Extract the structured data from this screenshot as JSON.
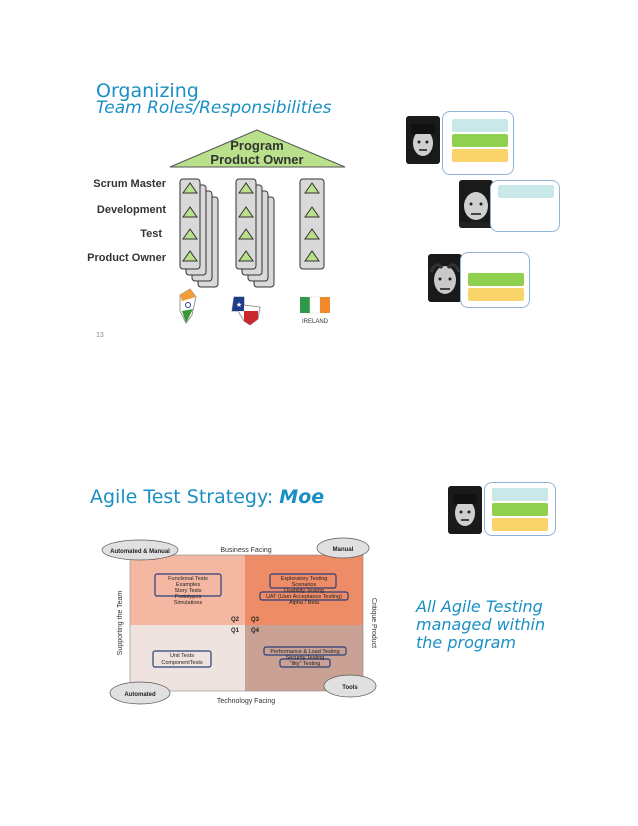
{
  "slide1": {
    "title": "Organizing",
    "subtitle": "Team Roles/Responsibilities",
    "roof_line1": "Program",
    "roof_line2": "Product Owner",
    "roles": [
      "Scrum Master",
      "Development",
      "Test",
      "Product Owner"
    ],
    "location_label": "IRELAND",
    "page_number": "13"
  },
  "slide2": {
    "title_prefix": "Agile Test Strategy: ",
    "title_emph": "Moe",
    "quadrant": {
      "top_label": "Business Facing",
      "bottom_label": "Technology Facing",
      "left_label": "Supporting the Team",
      "right_label": "Critique Product",
      "cloud_tl": "Automated & Manual",
      "cloud_tr": "Manual",
      "cloud_bl": "Automated",
      "cloud_br": "Tools",
      "q2": "Q2",
      "q3": "Q3",
      "q1": "Q1",
      "q4": "Q4",
      "q2_items": [
        "Functional Tests",
        "Examples",
        "Story Tests",
        "Prototypes",
        "Simulations"
      ],
      "q3_items": [
        "Exploratory Testing",
        "Scenarios",
        "Usability Testing",
        "UAT (User Acceptance Testing)",
        "Alpha / Beta"
      ],
      "q1_items": [
        "Unit Tests",
        "ComponentTests"
      ],
      "q4_items": [
        "Performance & Load Testing",
        "Security Testing",
        "\"ility\" Testing"
      ]
    },
    "note": "All Agile Testing managed within the program"
  },
  "colors": {
    "accent": "#1a8fc4",
    "bar_blue": "#c9e8ea",
    "bar_green": "#8fd14f",
    "bar_yellow": "#fbd36b",
    "roof": "#b9e08a"
  }
}
